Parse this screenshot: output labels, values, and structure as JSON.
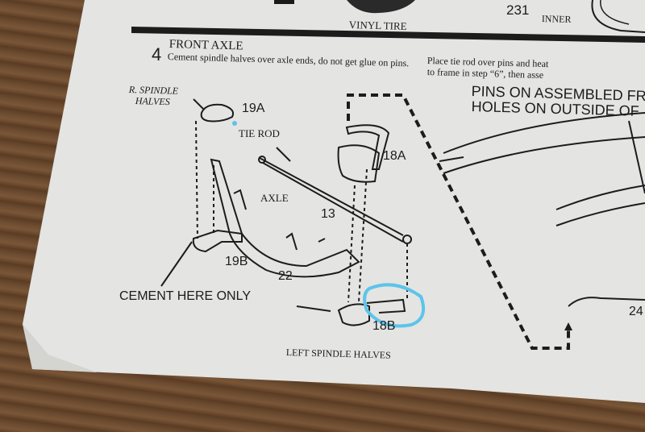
{
  "top": {
    "vinyl_tire": "VINYL TIRE",
    "part_231": "231",
    "inner": "INNER"
  },
  "step": {
    "number": "4",
    "title": "FRONT AXLE",
    "instruction": "Cement spindle halves over axle ends, do not get glue on pins.",
    "instruction_right_1": "Place tie rod over pins and heat",
    "instruction_right_2": "to frame in step “6”, then asse"
  },
  "labels": {
    "r_spindle_1": "R. SPINDLE",
    "r_spindle_2": "HALVES",
    "p19a": "19A",
    "tie_rod": "TIE ROD",
    "p18a": "18A",
    "axle": "AXLE",
    "p13": "13",
    "p19b": "19B",
    "p22": "22",
    "cement": "CEMENT  HERE ONLY",
    "p18b": "18B",
    "left_spindle": "LEFT SPINDLE HALVES",
    "pins_1": "PINS ON ASSEMBLED FR",
    "pins_2": "HOLES ON OUTSIDE OF",
    "p24": "24"
  },
  "colors": {
    "paper": "#e4e4e2",
    "wood": "#6a4a2f",
    "ink": "#1c1c1c",
    "highlight": "#5cc4ea"
  }
}
